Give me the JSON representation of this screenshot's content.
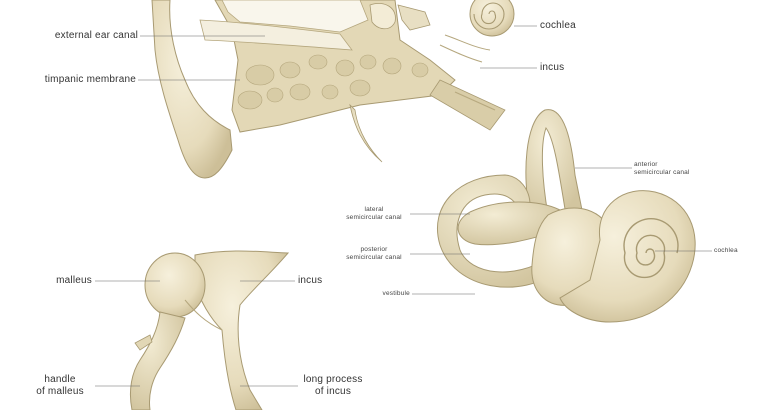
{
  "labels": {
    "external_ear_canal": "external ear canal",
    "timpanic_membrane": "timpanic membrane",
    "cochlea_top": "cochlea",
    "incus_top": "incus",
    "anterior_canal_line1": "anterior",
    "anterior_canal_line2": "semicircular canal",
    "lateral_canal_line1": "lateral",
    "lateral_canal_line2": "semicircular canal",
    "posterior_canal_line1": "posterior",
    "posterior_canal_line2": "semicircular canal",
    "cochlea_right": "cochlea",
    "vestibule": "vestibule",
    "malleus": "malleus",
    "incus_bottom": "incus",
    "handle_line1": "handle",
    "handle_line2": "of malleus",
    "long_process_line1": "long process",
    "long_process_line2": "of incus"
  },
  "colors": {
    "bone": "#ece3c8",
    "bone_shadow": "#d4c8a4",
    "bone_dark": "#bfb189",
    "outline": "#a89a72",
    "cavity": "#f7f3e6",
    "leader": "#666666"
  }
}
